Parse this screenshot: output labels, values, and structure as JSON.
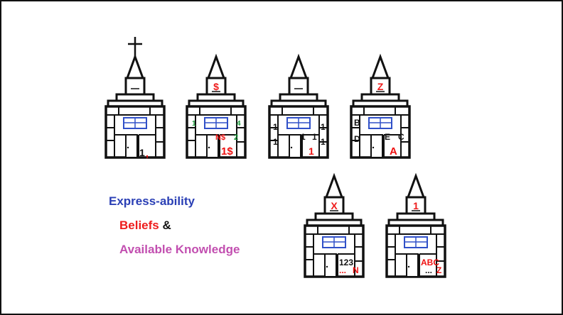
{
  "legend": {
    "line1": "Express-ability",
    "line2_main": "Beliefs",
    "line2_amp": "&",
    "line3": "Available Knowledge"
  },
  "buildings": [
    {
      "id": "cross",
      "top": "",
      "marks": [
        {
          "t": "1",
          "c": "#111"
        },
        {
          "t": ",",
          "c": "#e11"
        }
      ]
    },
    {
      "id": "dollar",
      "top": "$",
      "marks": [
        {
          "t": "1",
          "c": "#1a9a3a"
        },
        {
          "t": "4",
          "c": "#1a9a3a"
        },
        {
          "t": "N$",
          "c": "#e11"
        },
        {
          "t": "2",
          "c": "#1a9a3a"
        },
        {
          "t": "1$",
          "c": "#e11"
        }
      ]
    },
    {
      "id": "ones",
      "top": "",
      "marks": [
        {
          "t": "1",
          "c": "#111"
        },
        {
          "t": "1",
          "c": "#111"
        },
        {
          "t": "1",
          "c": "#111"
        },
        {
          "t": "1",
          "c": "#111"
        },
        {
          "t": "1",
          "c": "#111"
        },
        {
          "t": "1",
          "c": "#111"
        },
        {
          "t": "1",
          "c": "#e11"
        }
      ]
    },
    {
      "id": "letters",
      "top": "Z",
      "marks": [
        {
          "t": "B",
          "c": "#111"
        },
        {
          "t": "D",
          "c": "#111"
        },
        {
          "t": "E",
          "c": "#111"
        },
        {
          "t": "C",
          "c": "#111"
        },
        {
          "t": "A",
          "c": "#e11"
        }
      ]
    },
    {
      "id": "x",
      "top": "X",
      "marks": [
        {
          "t": "123",
          "c": "#111"
        },
        {
          "t": "...",
          "c": "#e11"
        },
        {
          "t": "N",
          "c": "#e11"
        }
      ]
    },
    {
      "id": "one",
      "top": "1",
      "marks": [
        {
          "t": "ABC",
          "c": "#e11"
        },
        {
          "t": "...",
          "c": "#111"
        },
        {
          "t": "Z",
          "c": "#e11"
        }
      ]
    }
  ],
  "colors": {
    "window": "#3050c8",
    "red": "#ee1c1c",
    "green": "#1a9a3a",
    "outline": "#111"
  }
}
